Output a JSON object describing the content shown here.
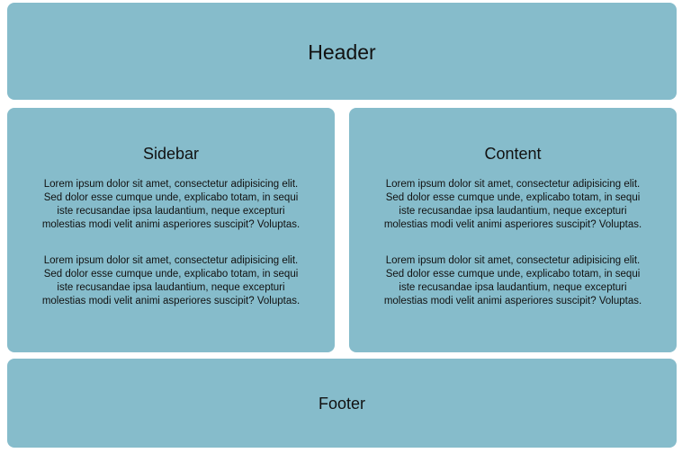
{
  "header": {
    "title": "Header"
  },
  "sidebar": {
    "title": "Sidebar",
    "paragraphs": [
      "Lorem ipsum dolor sit amet, consectetur adipisicing elit. Sed dolor esse cumque unde, explicabo totam, in sequi iste recusandae ipsa laudantium, neque excepturi molestias modi velit animi asperiores suscipit? Voluptas.",
      "Lorem ipsum dolor sit amet, consectetur adipisicing elit. Sed dolor esse cumque unde, explicabo totam, in sequi iste recusandae ipsa laudantium, neque excepturi molestias modi velit animi asperiores suscipit? Voluptas."
    ]
  },
  "content": {
    "title": "Content",
    "paragraphs": [
      "Lorem ipsum dolor sit amet, consectetur adipisicing elit. Sed dolor esse cumque unde, explicabo totam, in sequi iste recusandae ipsa laudantium, neque excepturi molestias modi velit animi asperiores suscipit? Voluptas.",
      "Lorem ipsum dolor sit amet, consectetur adipisicing elit. Sed dolor esse cumque unde, explicabo totam, in sequi iste recusandae ipsa laudantium, neque excepturi molestias modi velit animi asperiores suscipit? Voluptas."
    ]
  },
  "footer": {
    "title": "Footer"
  },
  "colors": {
    "panel": "#86bccb",
    "text": "#111111",
    "background": "#ffffff"
  }
}
